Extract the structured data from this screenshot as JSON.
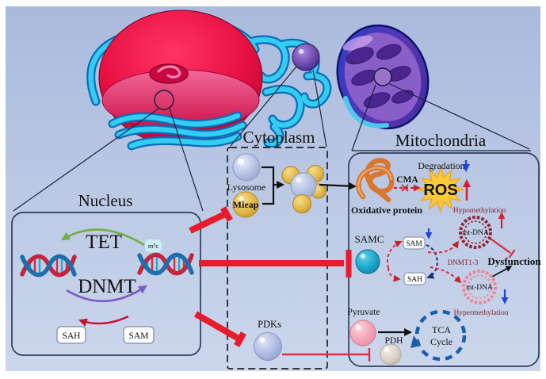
{
  "colors": {
    "background_top": "#a9badd",
    "background_bottom": "#ccd7ec",
    "frame_white": "#ffffff",
    "inhibit_red": "#e81b2d",
    "tet_green": "#6fae45",
    "dnmt_purple": "#7a5cc9",
    "sam_sah_red": "#c81030",
    "blue_arrow": "#2443d8",
    "navy_dashed_arc": "#1a2e6e",
    "tca_blue": "#1b5fa8",
    "ros_yellow": "#fcc93a",
    "oxidative_orange": "#d9772f",
    "samc_teal": "#17a0c4",
    "mieap_gold": "#e0b84a",
    "lysosome_blue": "#b4c0e2",
    "pdks_lavender": "#aab6de",
    "pyruvate_pink": "#f0a0b4",
    "pdh_grey": "#d6cec2",
    "mtdna_dark_red": "#8e2436",
    "mtdna_pink": "#ee8494"
  },
  "nucleus": {
    "title": "Nucleus",
    "tet_label": "TET",
    "dnmt_label": "DNMT",
    "sah_label": "SAH",
    "sam_label": "SAM",
    "m5c_label": "m⁵c"
  },
  "cytoplasm": {
    "title": "Cytoplasm",
    "lysosome_label": "Lysosome",
    "mieap_label": "Mieap",
    "pdks_label": "PDKs"
  },
  "mitochondria": {
    "title": "Mitochondria",
    "oxidative_protein_label": "Oxidative protein",
    "cma_label": "CMA",
    "ros_label": "ROS",
    "degradation_label": "Degradation",
    "hypomethylation_label": "Hypomethylation",
    "hypermethylation_label": "Hypermethylation",
    "mtdna_upper_label": "mt-DNA",
    "mtdna_lower_label": "mt-DNA",
    "dnmt13_label": "DNMT1-3",
    "dysfunction_label": "Dysfunction",
    "samc_label": "SAMC",
    "sam_label": "SAM",
    "sah_label": "SAH",
    "pyruvate_label": "Pyruvate",
    "pdh_label": "PDH",
    "tca_line1": "TCA",
    "tca_line2": "Cycle"
  }
}
